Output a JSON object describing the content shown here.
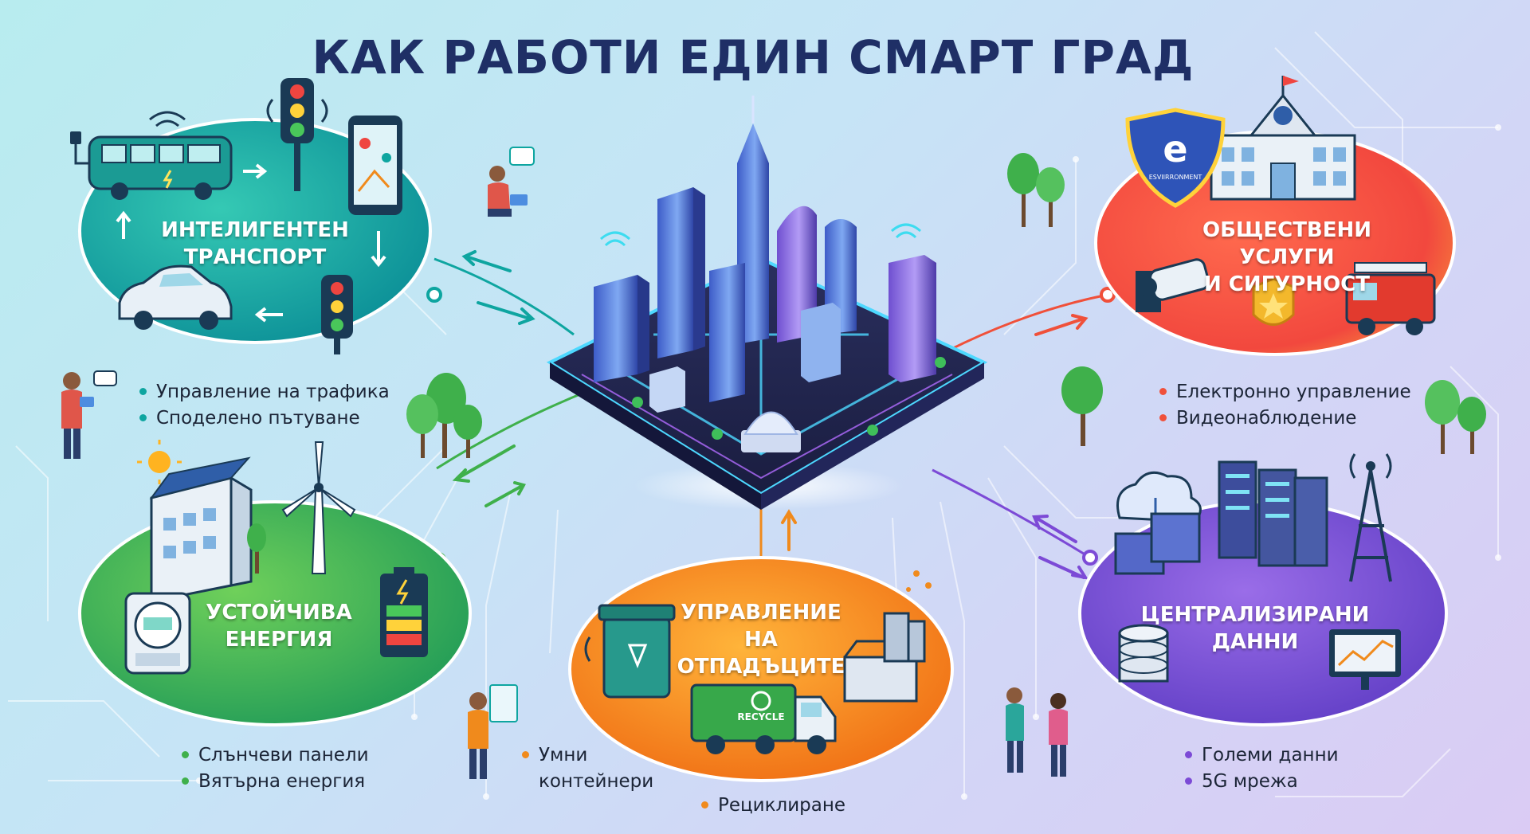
{
  "title": "КАК РАБОТИ ЕДИН СМАРТ ГРАД",
  "colors": {
    "transport": "#0ea5a0",
    "energy": "#3fb04b",
    "waste": "#f08a1c",
    "services": "#f0503a",
    "data": "#7c4ad6",
    "title": "#1f2f66"
  },
  "nodes": {
    "transport": {
      "label_lines": [
        "ИНТЕЛИГЕНТЕН",
        "ТРАНСПОРТ"
      ],
      "bullets": [
        "Управление на трафика",
        "Споделено пътуване"
      ]
    },
    "energy": {
      "label_lines": [
        "УСТОЙЧИВА",
        "ЕНЕРГИЯ"
      ],
      "bullets": [
        "Слънчеви панели",
        "Вятърна енергия"
      ]
    },
    "waste": {
      "label_lines": [
        "УПРАВЛЕНИЕ НА",
        "ОТПАДЪЦИТЕ"
      ],
      "bullets": [
        "Умни",
        "контейнери",
        "Рециклиране"
      ],
      "truck_label": "RECYCLE"
    },
    "services": {
      "label_lines": [
        "ОБЩЕСТВЕНИ УСЛУГИ",
        "И СИГУРНОСТ"
      ],
      "bullets": [
        "Електронно управление",
        "Видеонаблюдение"
      ],
      "shield_letter": "e",
      "shield_caption": "ESVIIRRONMENT"
    },
    "data": {
      "label_lines": [
        "ЦЕНТРАЛИЗИРАНИ",
        "ДАННИ"
      ],
      "bullets": [
        "Големи данни",
        "5G мрежа"
      ]
    }
  },
  "icons": [
    "bus-icon",
    "traffic-light-icon",
    "smartphone-map-icon",
    "car-icon",
    "wifi-icon",
    "solar-building-icon",
    "wind-turbine-icon",
    "battery-icon",
    "smart-meter-icon",
    "sun-icon",
    "smart-bin-icon",
    "garbage-truck-icon",
    "recycling-plant-icon",
    "e-gov-shield-icon",
    "government-building-icon",
    "cctv-camera-icon",
    "police-badge-icon",
    "fire-truck-icon",
    "cloud-icon",
    "server-rack-icon",
    "cell-tower-icon",
    "database-icon",
    "analytics-monitor-icon",
    "tree-icon",
    "person-icon"
  ]
}
